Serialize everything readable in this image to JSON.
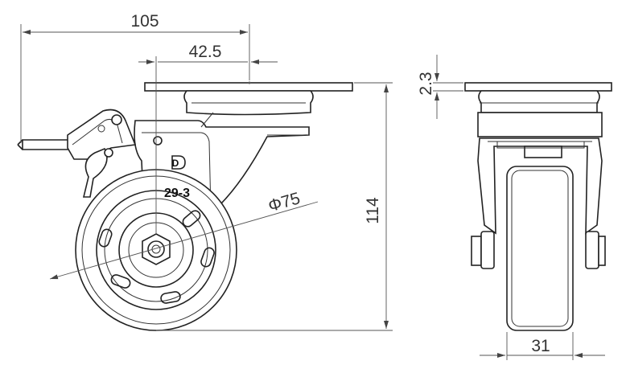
{
  "drawing": {
    "dimensions": {
      "overall_length": "105",
      "offset": "42.5",
      "wheel_diameter": "Φ75",
      "overall_height": "114",
      "plate_thickness": "2.3",
      "wheel_width": "31"
    },
    "part_number": "29-3",
    "logo": "D"
  }
}
